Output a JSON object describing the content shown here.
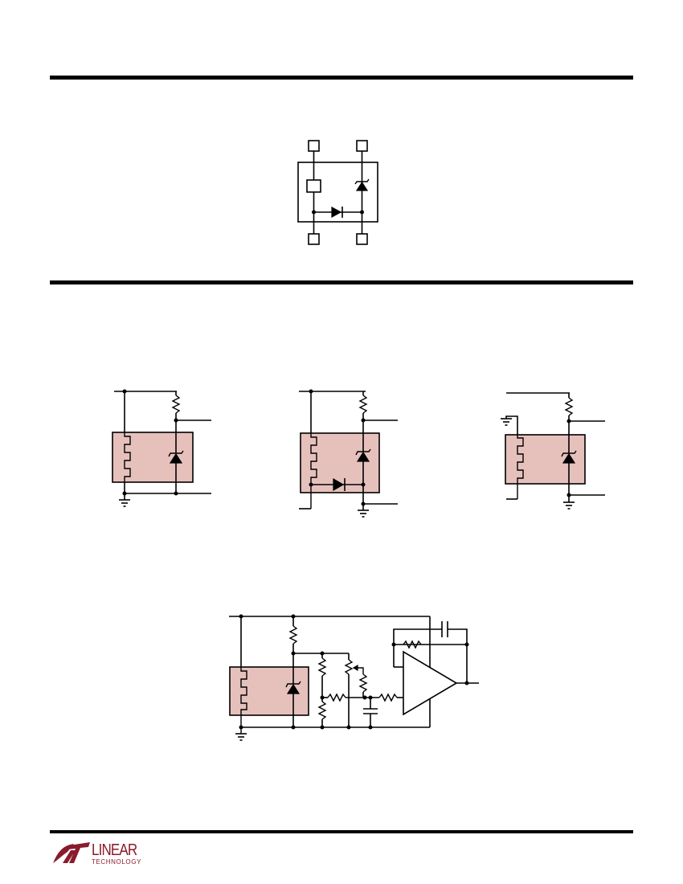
{
  "brand": {
    "name": "LINEAR",
    "subtitle": "TECHNOLOGY",
    "color": "#8a1b2c"
  },
  "colors": {
    "package_fill": "#e6c1bc",
    "wire": "#000000"
  },
  "figures": {
    "pin_diagram": {
      "icons": [
        "pin-square",
        "zener-icon",
        "diode-icon"
      ]
    },
    "apps_row": {
      "count": 3
    },
    "amplifier_circuit": {
      "icons": [
        "heater-icon",
        "zener-icon",
        "op-amp-icon",
        "capacitor-icon",
        "resistor-icon"
      ]
    }
  }
}
